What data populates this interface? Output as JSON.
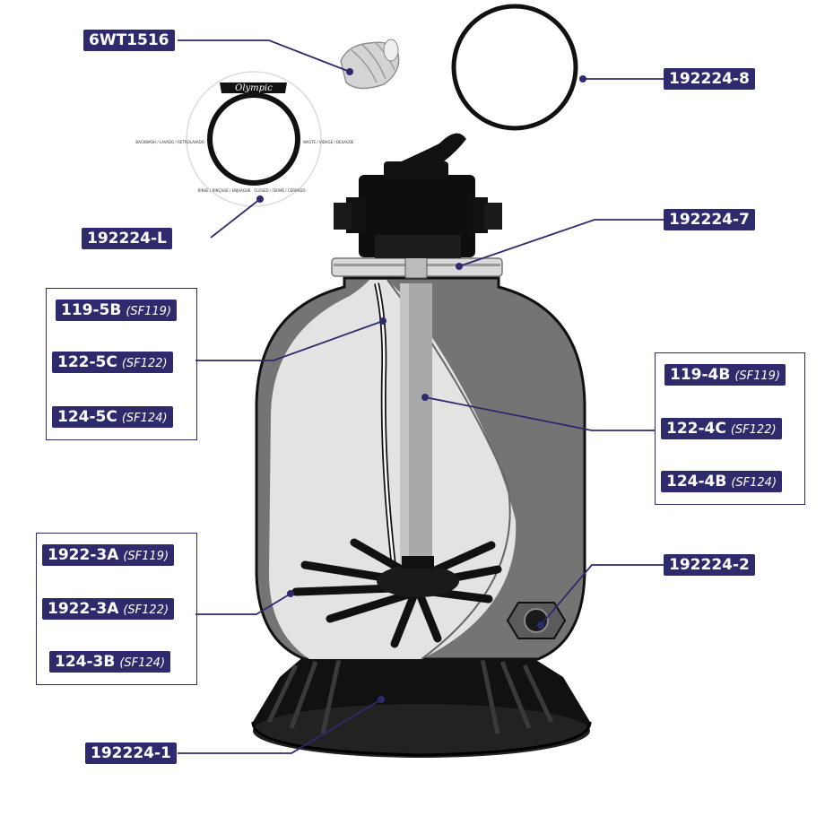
{
  "parts": {
    "bulb": "6WT1516",
    "oring": "192224-8",
    "dial": "192224-L",
    "clamp": "192224-7",
    "drain": "192224-2",
    "base": "192224-1"
  },
  "dial_label": {
    "brand": "Olympic",
    "left_text": "BACKWASH / LAVADO / RETROLAVADO",
    "right_text": "WASTE / VIDAGE / DESAGÜE",
    "bottom_left": "RINSE / RINÇAGE / ENJUAGUE",
    "bottom_right": "CLOSED / FERMÉ / CERRADO"
  },
  "laterals_group": [
    {
      "code": "1922-3A",
      "model": "(SF119)"
    },
    {
      "code": "1922-3A",
      "model": "(SF122)"
    },
    {
      "code": "124-3B",
      "model": "(SF124)"
    }
  ],
  "airtube_group": [
    {
      "code": "119-5B",
      "model": "(SF119)"
    },
    {
      "code": "122-5C",
      "model": "(SF122)"
    },
    {
      "code": "124-5C",
      "model": "(SF124)"
    }
  ],
  "standpipe_group": [
    {
      "code": "119-4B",
      "model": "(SF119)"
    },
    {
      "code": "122-4C",
      "model": "(SF122)"
    },
    {
      "code": "124-4B",
      "model": "(SF124)"
    }
  ],
  "colors": {
    "label_bg": "#2e2a6b",
    "tank_gray": "#6e6e6e",
    "base_black": "#111111"
  }
}
